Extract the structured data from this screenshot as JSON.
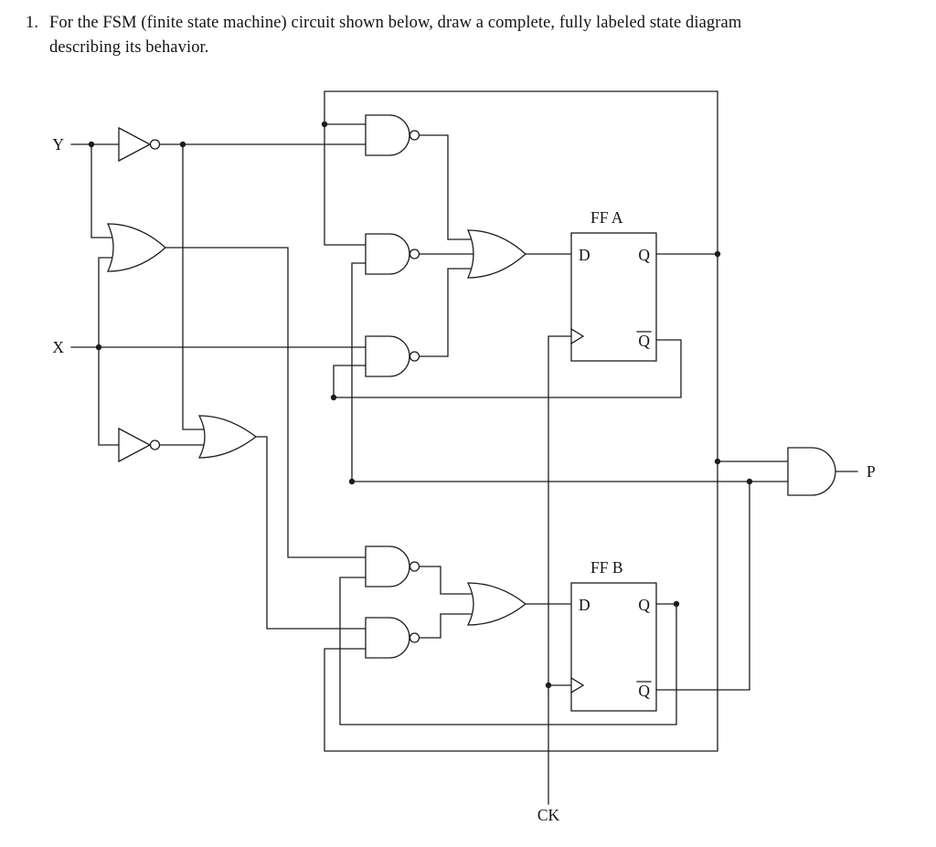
{
  "problem": {
    "number": "1.",
    "line1": "For the FSM (finite state machine) circuit shown below, draw a complete, fully labeled state diagram",
    "line2": "describing its behavior."
  },
  "circuit": {
    "labels": {
      "y": "Y",
      "x": "X",
      "ck": "CK",
      "p": "P"
    },
    "ff_a": {
      "title": "FF A",
      "d": "D",
      "q": "Q",
      "qbar": "Q"
    },
    "ff_b": {
      "title": "FF B",
      "d": "D",
      "q": "Q",
      "qbar": "Q"
    },
    "components": [
      "NOT",
      "OR",
      "NOT",
      "OR",
      "NAND",
      "NAND",
      "NAND",
      "OR(3-input)",
      "NAND",
      "NAND",
      "OR",
      "AND",
      "D flip-flop FF A",
      "D flip-flop FF B"
    ],
    "colors": {
      "ink": "#1c1c1c",
      "background": "#ffffff"
    }
  }
}
